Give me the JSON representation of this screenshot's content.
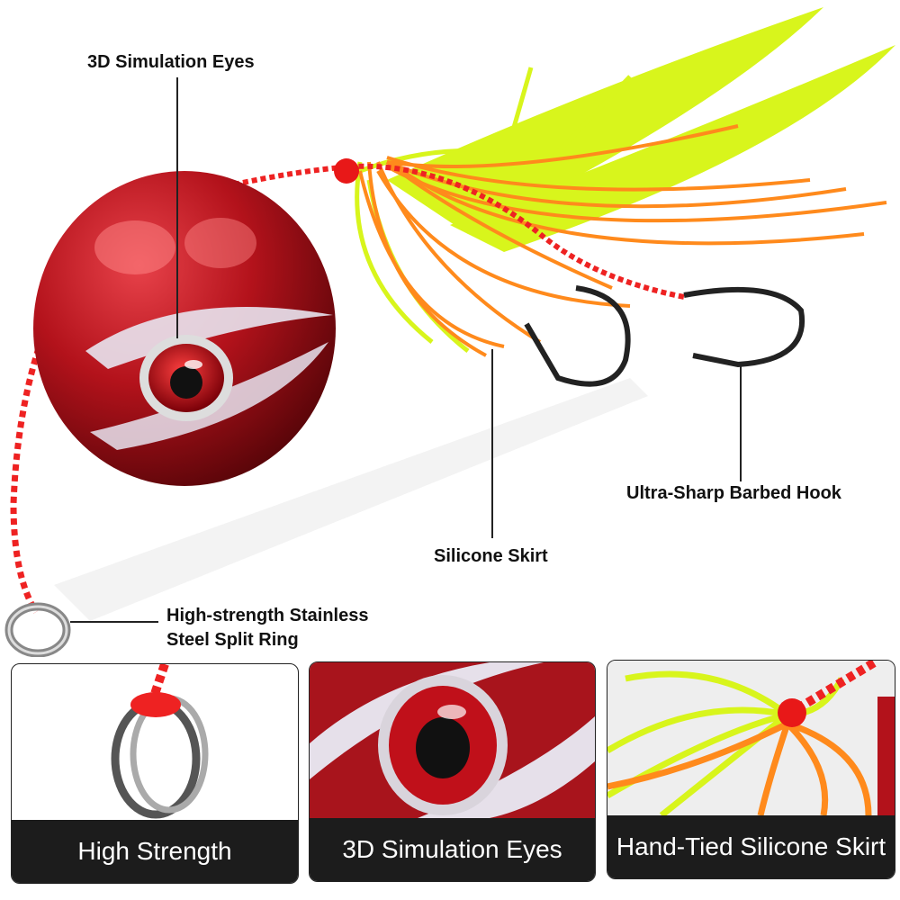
{
  "callouts": {
    "eyes": "3D Simulation Eyes",
    "skirt": "Silicone Skirt",
    "hook": "Ultra-Sharp Barbed Hook",
    "ring_line1": "High-strength Stainless",
    "ring_line2": "Steel Split Ring"
  },
  "panels": [
    {
      "label": "High Strength"
    },
    {
      "label": "3D Simulation Eyes"
    },
    {
      "label": "Hand-Tied Silicone Skirt"
    }
  ],
  "colors": {
    "head": "#b3121b",
    "skirt_orange": "#ff8a1c",
    "skirt_green": "#d8f51c",
    "bar": "#1c1c1c"
  }
}
